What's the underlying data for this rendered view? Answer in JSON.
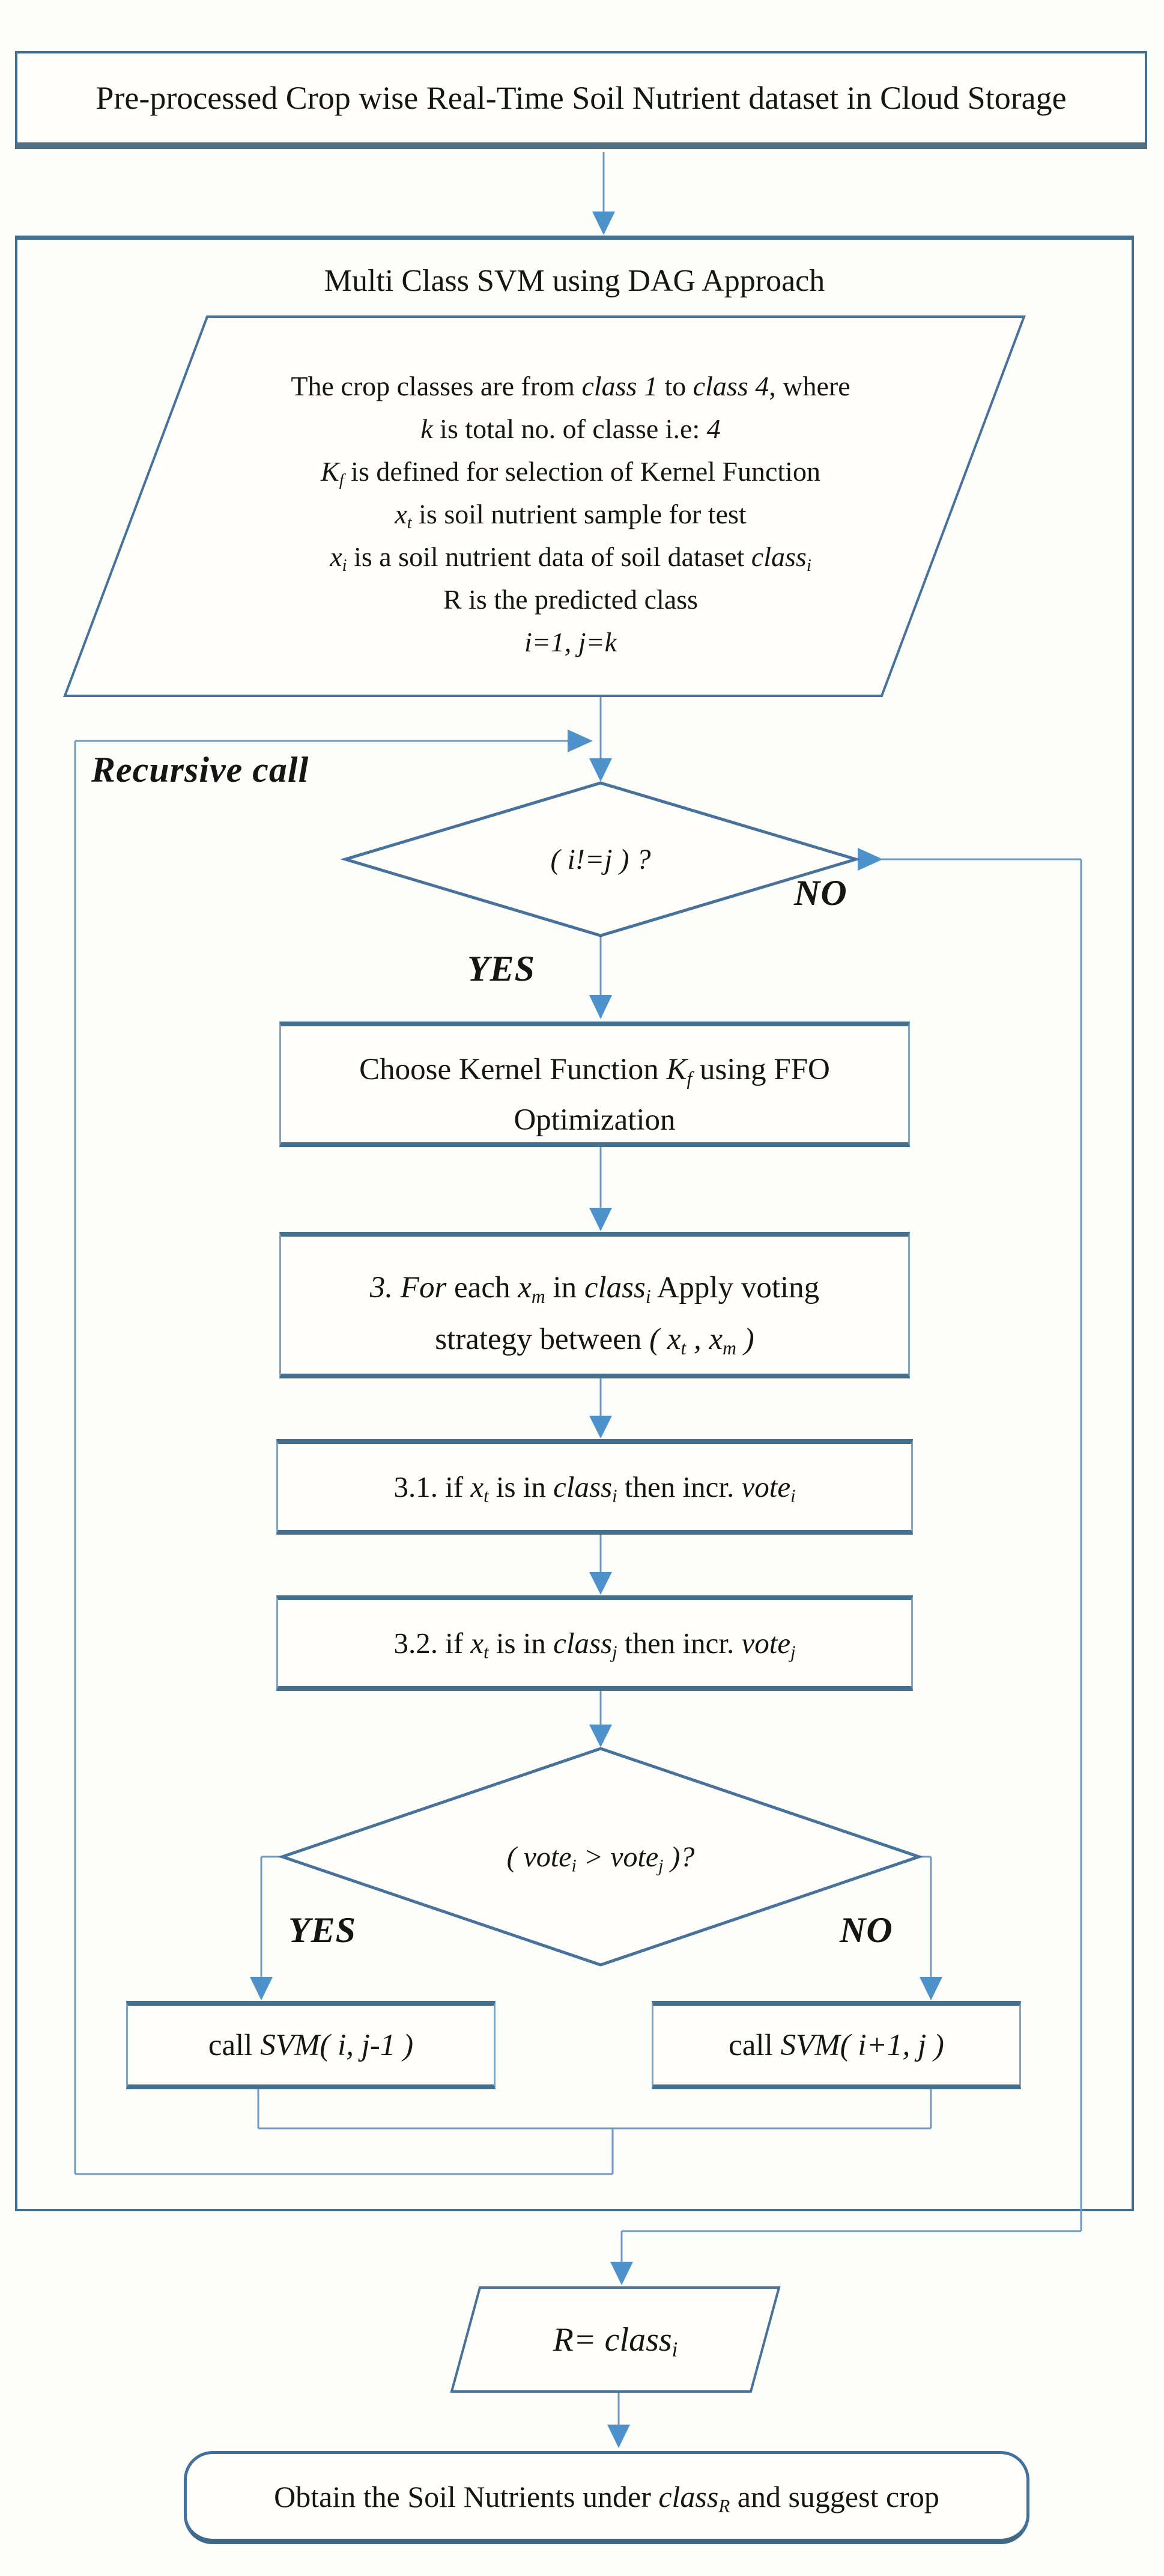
{
  "colors": {
    "connector_line": "#6d9ac5",
    "arrowhead": "#4e92cc",
    "shape_border_dark": "#44708f",
    "shape_border_light": "#7fa4c4",
    "shape_border_teal": "#4f7183",
    "text": "#151515",
    "background": "#fdfdfa"
  },
  "top_box": {
    "text": "Pre-processed Crop wise Real-Time Soil Nutrient dataset in Cloud Storage"
  },
  "container": {
    "title": "Multi Class SVM using DAG Approach"
  },
  "assumptions": {
    "lines": [
      [
        {
          "t": "The crop classes are from "
        },
        {
          "t": "class 1",
          "i": true
        },
        {
          "t": " to "
        },
        {
          "t": "class 4",
          "i": true
        },
        {
          "t": ", where"
        }
      ],
      [
        {
          "t": "k",
          "i": true
        },
        {
          "t": " is total no. of classe i.e: "
        },
        {
          "t": "4",
          "i": true
        }
      ],
      [
        {
          "t": "K",
          "i": true
        },
        {
          "t": "f",
          "i": true,
          "sub": true
        },
        {
          "t": " is defined for selection of Kernel Function"
        }
      ],
      [
        {
          "t": "x",
          "i": true
        },
        {
          "t": "t",
          "i": true,
          "sub": true
        },
        {
          "t": " is soil nutrient sample for test"
        }
      ],
      [
        {
          "t": "x",
          "i": true
        },
        {
          "t": "i",
          "i": true,
          "sub": true
        },
        {
          "t": " is a soil nutrient data of soil dataset "
        },
        {
          "t": "class",
          "i": true
        },
        {
          "t": "i",
          "i": true,
          "sub": true
        }
      ],
      [
        {
          "t": "R is the predicted class"
        }
      ],
      [
        {
          "t": "i=1, j=k",
          "i": true
        }
      ]
    ]
  },
  "flow_labels": {
    "recursive_call": "Recursive call",
    "decision1_yes": "YES",
    "decision1_no": "NO",
    "decision2_yes": "YES",
    "decision2_no": "NO"
  },
  "decision1": {
    "text": [
      {
        "t": "( i!=j ) ?",
        "i": true
      }
    ]
  },
  "kernel_box": {
    "line1": [
      {
        "t": "Choose Kernel Function "
      },
      {
        "t": "K",
        "i": true
      },
      {
        "t": "f",
        "i": true,
        "sub": true
      },
      {
        "t": " using FFO"
      }
    ],
    "line2": [
      {
        "t": "Optimization"
      }
    ]
  },
  "voting_box": {
    "line1": [
      {
        "t": "3. For",
        "i": true
      },
      {
        "t": " each "
      },
      {
        "t": "x",
        "i": true
      },
      {
        "t": "m",
        "i": true,
        "sub": true
      },
      {
        "t": " in "
      },
      {
        "t": "class",
        "i": true
      },
      {
        "t": "i",
        "i": true,
        "sub": true
      },
      {
        "t": " Apply voting"
      }
    ],
    "line2": [
      {
        "t": "strategy between "
      },
      {
        "t": "( x",
        "i": true
      },
      {
        "t": "t",
        "i": true,
        "sub": true
      },
      {
        "t": " , x",
        "i": true
      },
      {
        "t": "m",
        "i": true,
        "sub": true
      },
      {
        "t": " )",
        "i": true
      }
    ]
  },
  "step31": {
    "text": [
      {
        "t": "3.1. if "
      },
      {
        "t": "x",
        "i": true
      },
      {
        "t": "t",
        "i": true,
        "sub": true
      },
      {
        "t": " is in "
      },
      {
        "t": "class",
        "i": true
      },
      {
        "t": "i",
        "i": true,
        "sub": true
      },
      {
        "t": " then incr. "
      },
      {
        "t": "vote",
        "i": true
      },
      {
        "t": "i",
        "i": true,
        "sub": true
      }
    ]
  },
  "step32": {
    "text": [
      {
        "t": "3.2. if "
      },
      {
        "t": "x",
        "i": true
      },
      {
        "t": "t",
        "i": true,
        "sub": true
      },
      {
        "t": " is in "
      },
      {
        "t": "class",
        "i": true
      },
      {
        "t": "j",
        "i": true,
        "sub": true
      },
      {
        "t": " then incr. "
      },
      {
        "t": "vote",
        "i": true
      },
      {
        "t": "j",
        "i": true,
        "sub": true
      }
    ]
  },
  "decision2": {
    "text": [
      {
        "t": "( vote",
        "i": true
      },
      {
        "t": "i",
        "i": true,
        "sub": true
      },
      {
        "t": " > vote",
        "i": true
      },
      {
        "t": "j",
        "i": true,
        "sub": true
      },
      {
        "t": " )?",
        "i": true
      }
    ]
  },
  "call_left": {
    "text": [
      {
        "t": "call "
      },
      {
        "t": "SVM( i, j-1 )",
        "i": true
      }
    ]
  },
  "call_right": {
    "text": [
      {
        "t": "call "
      },
      {
        "t": "SVM( i+1, j )",
        "i": true
      }
    ]
  },
  "result": {
    "text": [
      {
        "t": "R= class",
        "i": true
      },
      {
        "t": "i",
        "i": true,
        "sub": true
      }
    ]
  },
  "final_box": {
    "text": [
      {
        "t": "Obtain the Soil Nutrients under "
      },
      {
        "t": "class",
        "i": true
      },
      {
        "t": "R",
        "i": true,
        "sub": true
      },
      {
        "t": " and suggest crop"
      }
    ]
  }
}
